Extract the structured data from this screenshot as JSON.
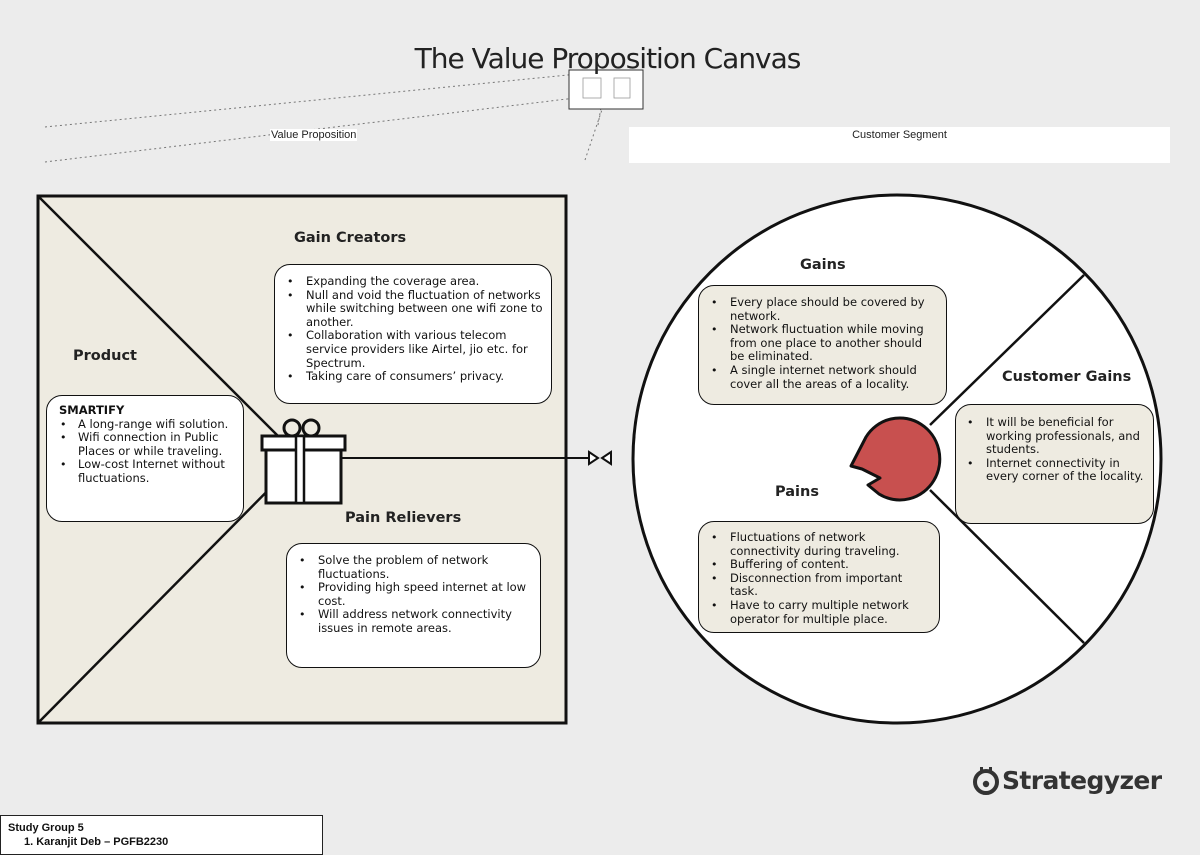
{
  "title": "The Value Proposition Canvas",
  "labels": {
    "value_proposition": "Value Proposition",
    "customer_segment": "Customer Segment"
  },
  "product": {
    "title": "Product",
    "heading": "SMARTIFY",
    "items": [
      "A long-range wifi solution.",
      "Wifi connection in Public Places or while traveling.",
      "Low-cost Internet without fluctuations."
    ]
  },
  "gain_creators": {
    "title": "Gain Creators",
    "items": [
      "Expanding the coverage area.",
      "Null and void the fluctuation of networks while switching between one wifi zone to another.",
      "Collaboration with various telecom service providers like Airtel, jio etc. for Spectrum.",
      "Taking care of consumers’ privacy."
    ]
  },
  "pain_relievers": {
    "title": "Pain Relievers",
    "items": [
      "Solve the problem of network fluctuations.",
      "Providing high speed internet at low cost.",
      "Will address network connectivity issues in remote areas."
    ]
  },
  "gains": {
    "title": "Gains",
    "items": [
      "Every place should be covered by network.",
      "Network fluctuation while moving from one place to another should be eliminated.",
      "A single internet network should cover all the areas of a locality."
    ]
  },
  "customer_gains": {
    "title": "Customer Gains",
    "items": [
      "It will be beneficial for working professionals, and students.",
      "Internet connectivity in every corner of the locality."
    ]
  },
  "pains": {
    "title": "Pains",
    "items": [
      "Fluctuations of network connectivity during traveling.",
      "Buffering of content.",
      "Disconnection from important task.",
      "Have to carry multiple network operator for multiple place."
    ]
  },
  "brand": {
    "name": "Strategyzer"
  },
  "study_group": {
    "title": "Study Group 5",
    "member_1": "1.     Karanjit Deb – PGFB2230"
  },
  "colors": {
    "canvas_fill": "#eeebe1",
    "face": "#c8504f",
    "page_bg": "#ececec"
  }
}
